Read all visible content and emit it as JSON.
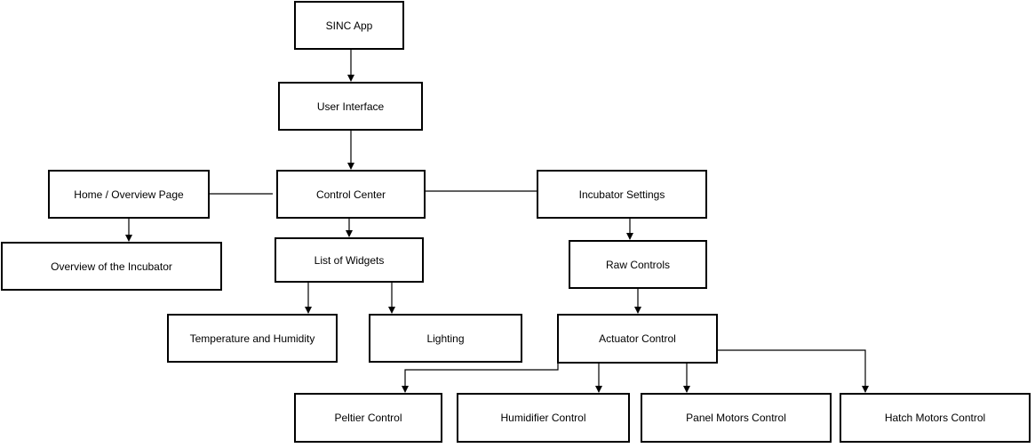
{
  "nodes": {
    "sinc_app": "SINC App",
    "user_interface": "User Interface",
    "control_center": "Control Center",
    "home_overview": "Home / Overview Page",
    "incubator_settings": "Incubator Settings",
    "overview_incubator": "Overview of the Incubator",
    "list_widgets": "List of Widgets",
    "raw_controls": "Raw Controls",
    "temp_humidity": "Temperature and Humidity",
    "lighting": "Lighting",
    "actuator_control": "Actuator Control",
    "peltier_control": "Peltier Control",
    "humidifier_control": "Humidifier Control",
    "panel_motors_control": "Panel Motors Control",
    "hatch_motors_control": "Hatch Motors Control"
  },
  "edges": [
    {
      "from": "SINC App",
      "to": "User Interface",
      "arrow": true
    },
    {
      "from": "User Interface",
      "to": "Control Center",
      "arrow": true
    },
    {
      "from": "Control Center",
      "to": "Home / Overview Page",
      "arrow": false
    },
    {
      "from": "Control Center",
      "to": "Incubator Settings",
      "arrow": false
    },
    {
      "from": "Home / Overview Page",
      "to": "Overview of the Incubator",
      "arrow": true
    },
    {
      "from": "Control Center",
      "to": "List of Widgets",
      "arrow": true
    },
    {
      "from": "List of Widgets",
      "to": "Temperature and Humidity",
      "arrow": true
    },
    {
      "from": "List of Widgets",
      "to": "Lighting",
      "arrow": true
    },
    {
      "from": "Incubator Settings",
      "to": "Raw Controls",
      "arrow": true
    },
    {
      "from": "Raw Controls",
      "to": "Actuator Control",
      "arrow": true
    },
    {
      "from": "Actuator Control",
      "to": "Peltier Control",
      "arrow": true
    },
    {
      "from": "Actuator Control",
      "to": "Humidifier Control",
      "arrow": true
    },
    {
      "from": "Actuator Control",
      "to": "Panel Motors Control",
      "arrow": true
    },
    {
      "from": "Actuator Control",
      "to": "Hatch Motors Control",
      "arrow": true
    }
  ],
  "colors": {
    "stroke": "#000000",
    "fill": "#ffffff",
    "text": "#000000"
  }
}
